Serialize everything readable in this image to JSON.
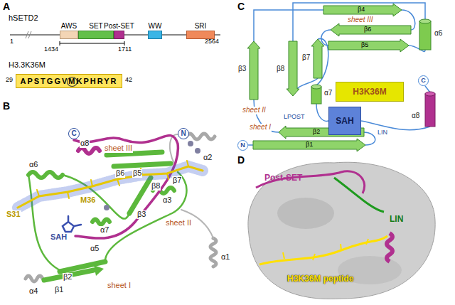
{
  "diagram": {
    "nodes": [
      {
        "text": [
          "AWS"
        ]
      },
      {
        "text": [
          "SET"
        ]
      },
      {
        "text": [
          "Post-SET"
        ]
      },
      {
        "text": [
          "WW"
        ]
      },
      {
        "text": [
          "SRI"
        ]
      },
      {
        "text": [
          "APSTGGVMKPHRYR"
        ]
      },
      {
        "text": [
          "N"
        ]
      },
      {
        "text": [
          "C"
        ]
      },
      {
        "text": [
          "H3K36M"
        ]
      },
      {
        "text": [
          "SAH"
        ]
      },
      {
        "text": [
          "N"
        ]
      },
      {
        "text": [
          "C"
        ]
      }
    ],
    "labels": [
      "A",
      "hSETD2",
      "1",
      "1434",
      "1711",
      "2564",
      "H3.3K36M",
      "29",
      "42",
      "B",
      "α8",
      "sheet III",
      "β6",
      "β5",
      "β8",
      "β7",
      "α2",
      "α6",
      "S31",
      "M36",
      "α3",
      "α7",
      "β3",
      "SAH",
      "α5",
      "sheet II",
      "α1",
      "β2",
      "β1",
      "sheet I",
      "α4",
      "C",
      "β4",
      "sheet III",
      "β6",
      "β5",
      "α6",
      "β3",
      "β8",
      "β7",
      "α7",
      "sheet II",
      "LPOST",
      "LIN",
      "α8",
      "β2",
      "β1",
      "sheet I",
      "D",
      "Post-SET",
      "LIN",
      "H3K36M peptide"
    ]
  }
}
